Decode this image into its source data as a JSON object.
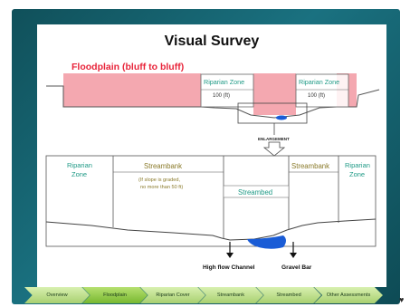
{
  "slide": {
    "title": "Visual Survey",
    "floodplain_label": "Floodplain (bluff to bluff)",
    "riparian_zone_label": "Riparian Zone",
    "riparian_width_label": "100 (ft)",
    "enlargement_label": "ENLARGEMENT",
    "riparian_left_label": [
      "Riparian",
      "Zone"
    ],
    "streambank_left_label": "Streambank",
    "streambank_right_label": "Streambank",
    "streambank_note": [
      "(If slope is graded,",
      "no more than 50 ft)"
    ],
    "streambed_label": "Streambed",
    "riparian_right_label": [
      "Riparian",
      "Zone"
    ],
    "high_flow_channel_label": "High flow Channel",
    "gravel_bar_label": "Gravel Bar"
  },
  "colors": {
    "floodplain": "#f4a8b0",
    "floodplain_text": "#e8243a",
    "riparian_text": "#1f9a86",
    "streambank_text": "#8a7a2a",
    "water": "#1a5cd6",
    "frame": "#1a7180"
  },
  "nav": {
    "items": [
      {
        "label": "Overview",
        "active": false
      },
      {
        "label": "Floodplain",
        "active": true
      },
      {
        "label": "Riparian Cover",
        "active": false
      },
      {
        "label": "Streambank",
        "active": false
      },
      {
        "label": "Streambed",
        "active": false
      },
      {
        "label": "Other Assessments",
        "active": false
      }
    ],
    "corner_icon": "speaker-icon"
  }
}
